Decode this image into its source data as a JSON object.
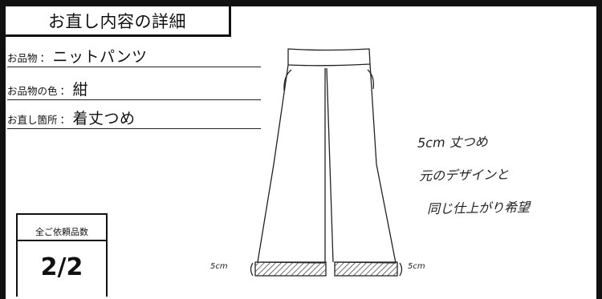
{
  "title": "お直し内容の詳細",
  "fields": [
    {
      "label": "お品物",
      "value": "ニットパンツ"
    },
    {
      "label": "お品物の色",
      "value": "紺"
    },
    {
      "label": "お直し箇所",
      "value": "着丈つめ"
    }
  ],
  "separator": "：",
  "request_count": {
    "label": "全ご依頼品数",
    "value": "2/2"
  },
  "notes": [
    "5cm 丈つめ",
    "元のデザインと",
    "同じ仕上がり希望"
  ],
  "hem_labels": {
    "left": "5cm",
    "right": "5cm"
  }
}
